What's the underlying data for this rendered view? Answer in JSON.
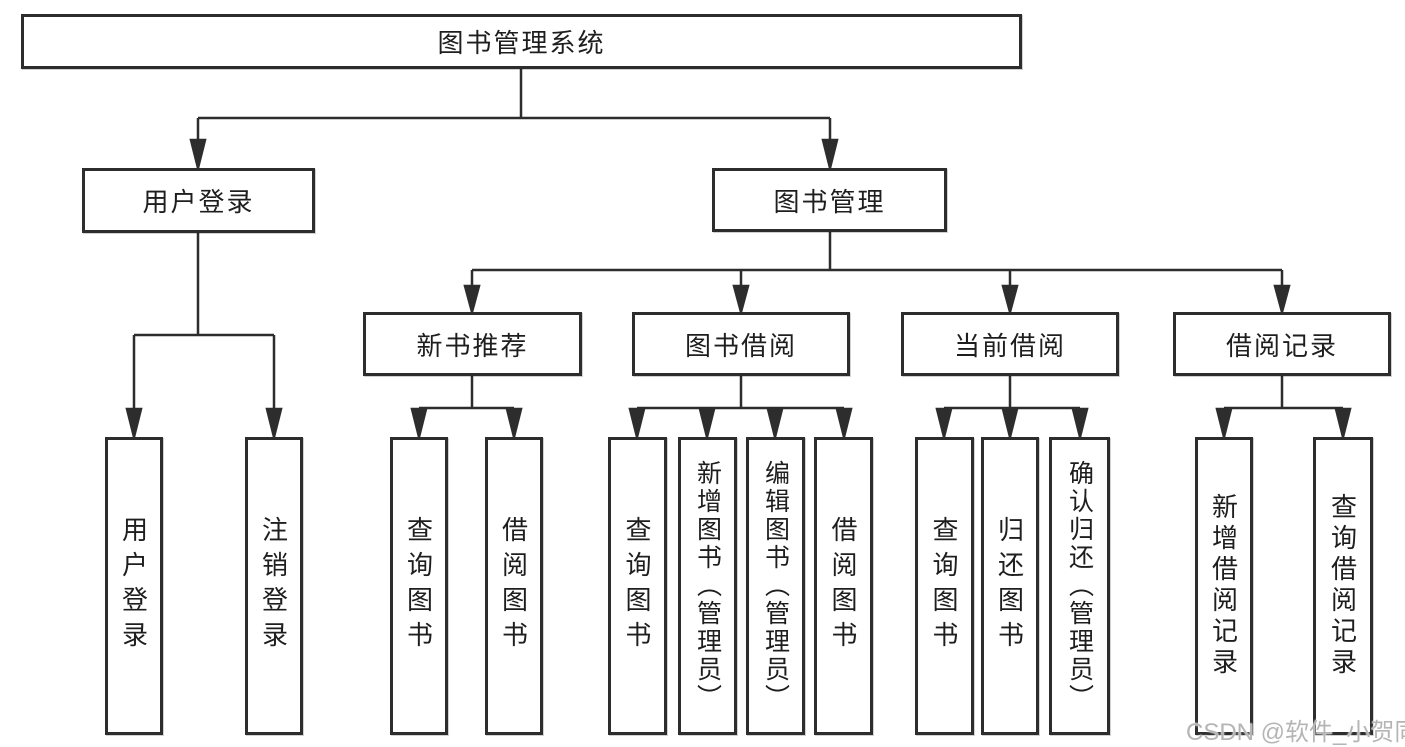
{
  "tree": {
    "root": {
      "label": "图书管理系统"
    },
    "level2": [
      {
        "label": "用户登录",
        "children": [
          "用户登录",
          "注销登录"
        ]
      },
      {
        "label": "图书管理",
        "subgroups": [
          {
            "label": "新书推荐",
            "children": [
              "查询图书",
              "借阅图书"
            ]
          },
          {
            "label": "图书借阅",
            "children": [
              "查询图书",
              "新增图书（管理员）",
              "编辑图书（管理员）",
              "借阅图书"
            ]
          },
          {
            "label": "当前借阅",
            "children": [
              "查询图书",
              "归还图书",
              "确认归还（管理员）"
            ]
          },
          {
            "label": "借阅记录",
            "children": [
              "新增借阅记录",
              "查询借阅记录"
            ]
          }
        ]
      }
    ]
  },
  "watermark": {
    "text": "CSDN @软件_小贺同学"
  },
  "colors": {
    "line": "#2d2d2d",
    "box_border": "#2d2d2d",
    "box_fill": "#ffffff",
    "text": "#1e1e1e",
    "watermark": "#b5b5b5",
    "background": "#ffffff"
  }
}
